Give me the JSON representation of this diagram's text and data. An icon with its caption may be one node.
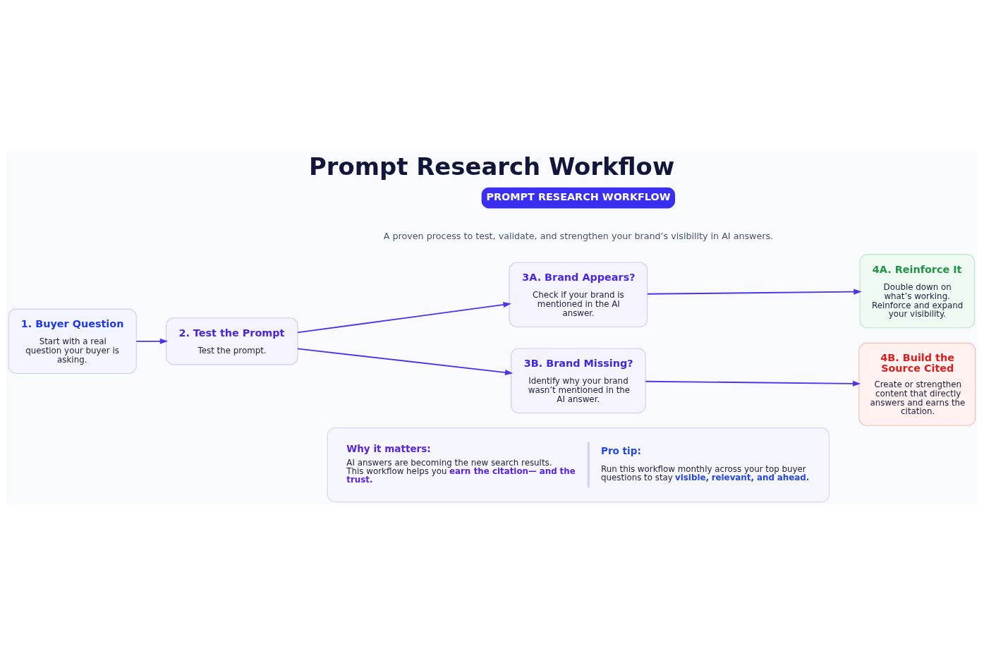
{
  "diagram": {
    "title": "Prompt Research Workflow",
    "nodes": [
      {
        "text": [
          "1. Buyer Question",
          "Start with a real question your buyer is asking."
        ]
      },
      {
        "text": [
          "2. Test the Prompt",
          "Test the prompt."
        ]
      },
      {
        "text": [
          "3A. Brand Appears?",
          "Check if your brand is mentioned in the AI answer."
        ]
      },
      {
        "text": [
          "3B. Brand Missing?",
          "Identify why your brand wasn’t mentioned in the AI answer."
        ]
      },
      {
        "text": [
          "4A. Reinforce It",
          "Double down on what’s working. Reinforce and expand your visibility."
        ]
      },
      {
        "text": [
          "4B. Build the Source Cited",
          "Create or strengthen content that directly answers and earns the citation."
        ]
      },
      {
        "text": [
          "Why it matters:",
          "AI answers are becoming the new search results. This workflow helps you **earn the citation— and the trust.**",
          "Pro tip:",
          "Run this workflow monthly across your top buyer questions to stay **visible, relevant, and ahead.**"
        ]
      }
    ],
    "edges": [
      {
        "from": 0,
        "to": 1,
        "arrow": "to"
      },
      {
        "from": 1,
        "to": 2,
        "arrow": "to"
      },
      {
        "from": 1,
        "to": 3,
        "arrow": "to"
      },
      {
        "from": 2,
        "to": 4,
        "arrow": "to"
      },
      {
        "from": 3,
        "to": 5,
        "arrow": "to"
      }
    ],
    "labels": [
      "PROMPT RESEARCH WORKFLOW",
      "A proven process to test, validate, and strengthen your brand’s visibility in AI answers."
    ]
  }
}
